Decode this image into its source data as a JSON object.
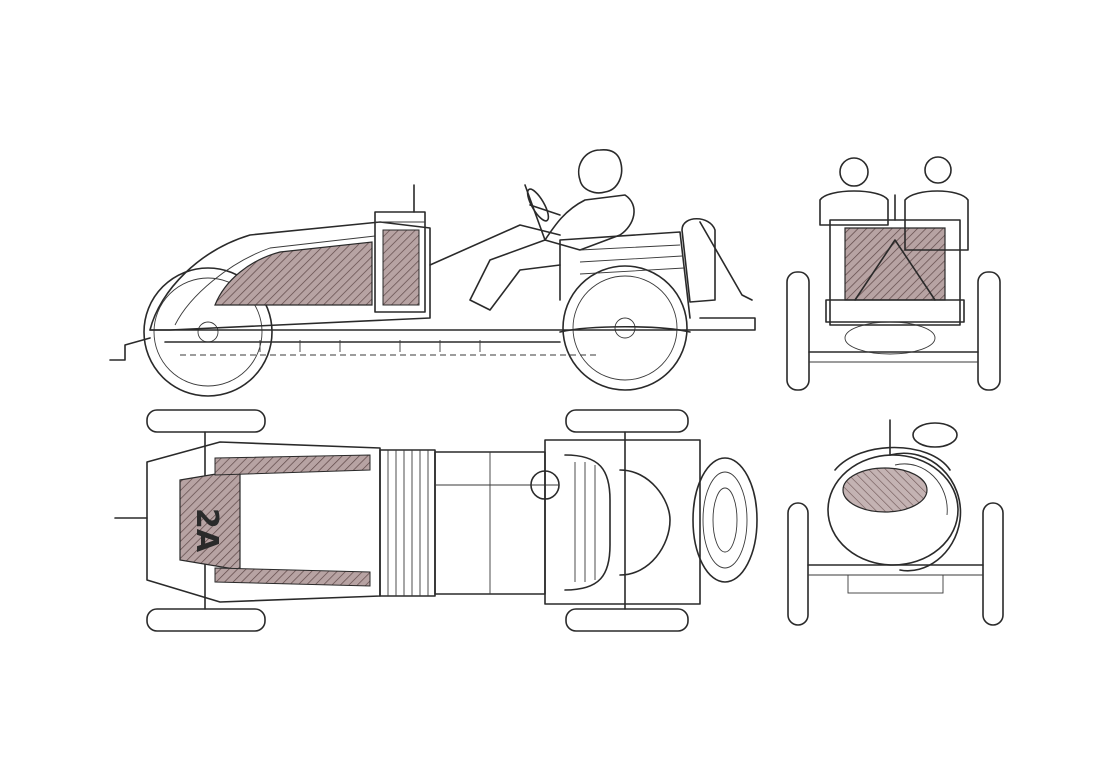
{
  "drawing": {
    "number_label": "2A",
    "views": [
      "side-view",
      "front-view",
      "top-view",
      "rear-view"
    ],
    "colors": {
      "line": "#2a2a2a",
      "hatch_fill": "#8a6d6d",
      "background": "#ffffff"
    }
  }
}
